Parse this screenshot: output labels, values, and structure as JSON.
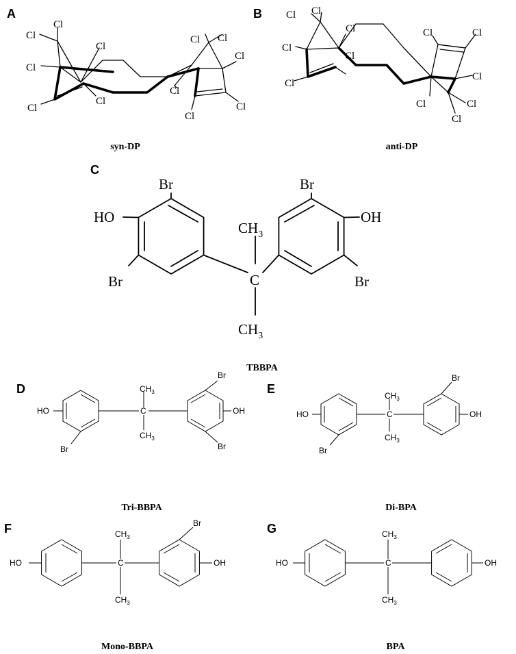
{
  "panels": [
    {
      "letter": "A",
      "caption": "syn-DP"
    },
    {
      "letter": "B",
      "caption": "anti-DP"
    },
    {
      "letter": "C",
      "caption": "TBBPA"
    },
    {
      "letter": "D",
      "caption": "Tri-BBPA"
    },
    {
      "letter": "E",
      "caption": "Di-BPA"
    },
    {
      "letter": "F",
      "caption": "Mono-BBPA"
    },
    {
      "letter": "G",
      "caption": "BPA"
    }
  ],
  "atoms": {
    "cl": "Cl",
    "br": "Br",
    "ho": "HO",
    "oh": "OH",
    "c": "C",
    "ch": "CH",
    "sub3": "3"
  }
}
